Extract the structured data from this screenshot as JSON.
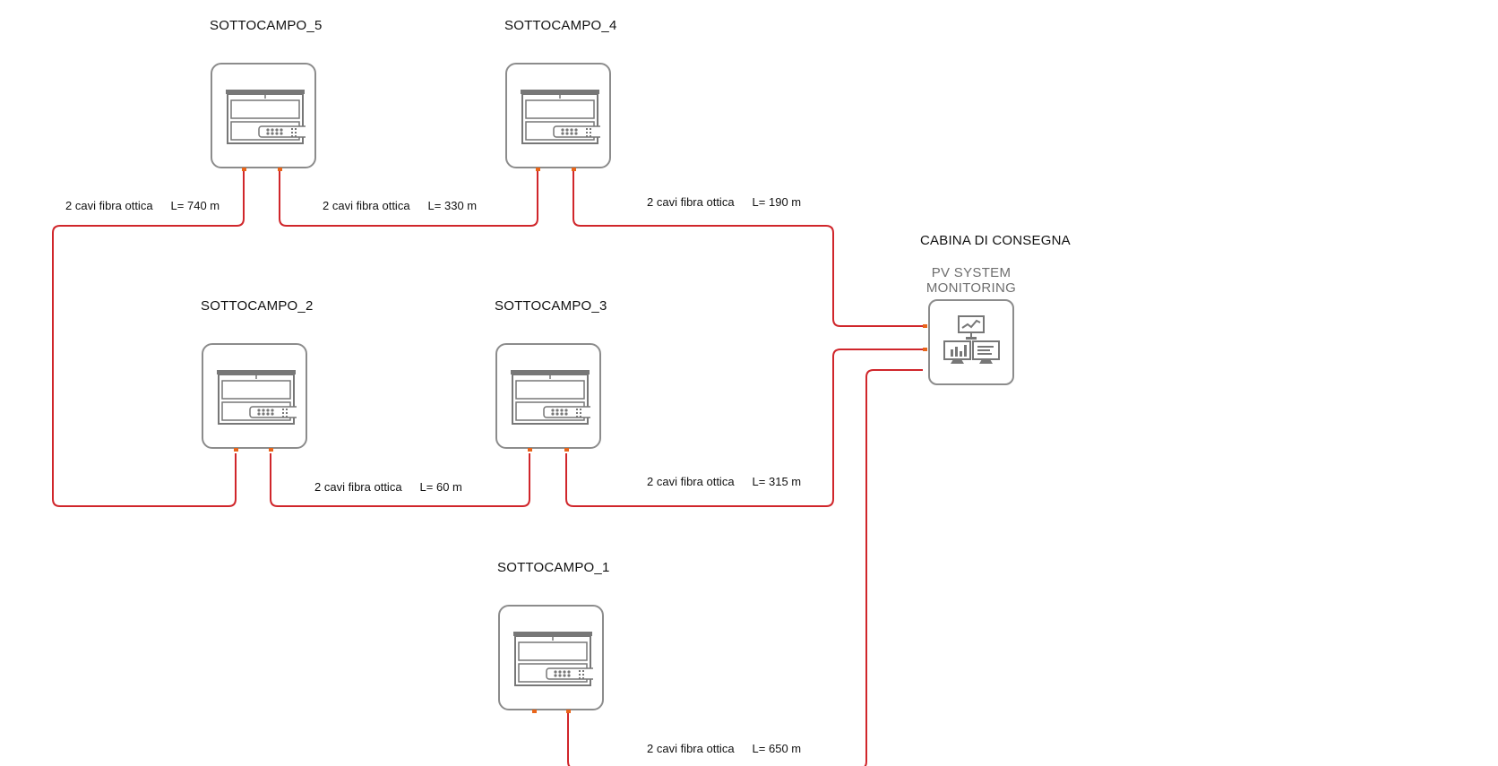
{
  "colors": {
    "cable": "#d0262b",
    "box_border": "#8c8c8c",
    "port": "#e8651a"
  },
  "nodes": {
    "sc5": {
      "label": "SOTTOCAMPO_5",
      "icon": "inverter-icon"
    },
    "sc4": {
      "label": "SOTTOCAMPO_4",
      "icon": "inverter-icon"
    },
    "sc2": {
      "label": "SOTTOCAMPO_2",
      "icon": "inverter-icon"
    },
    "sc3": {
      "label": "SOTTOCAMPO_3",
      "icon": "inverter-icon"
    },
    "sc1": {
      "label": "SOTTOCAMPO_1",
      "icon": "inverter-icon"
    },
    "cabina": {
      "label": "CABINA DI CONSEGNA",
      "title_line1": "PV SYSTEM",
      "title_line2": "MONITORING",
      "icon": "monitoring-computers-icon"
    }
  },
  "cables": [
    {
      "id": "c740",
      "desc": "2 cavi fibra ottica",
      "length": "L= 740  m"
    },
    {
      "id": "c330",
      "desc": "2 cavi fibra ottica",
      "length": "L= 330  m"
    },
    {
      "id": "c190",
      "desc": "2 cavi fibra ottica",
      "length": "L= 190  m"
    },
    {
      "id": "c60",
      "desc": "2 cavi fibra ottica",
      "length": "L= 60  m"
    },
    {
      "id": "c315",
      "desc": "2 cavi fibra ottica",
      "length": "L= 315  m"
    },
    {
      "id": "c650",
      "desc": "2 cavi fibra ottica",
      "length": "L= 650  m"
    }
  ]
}
